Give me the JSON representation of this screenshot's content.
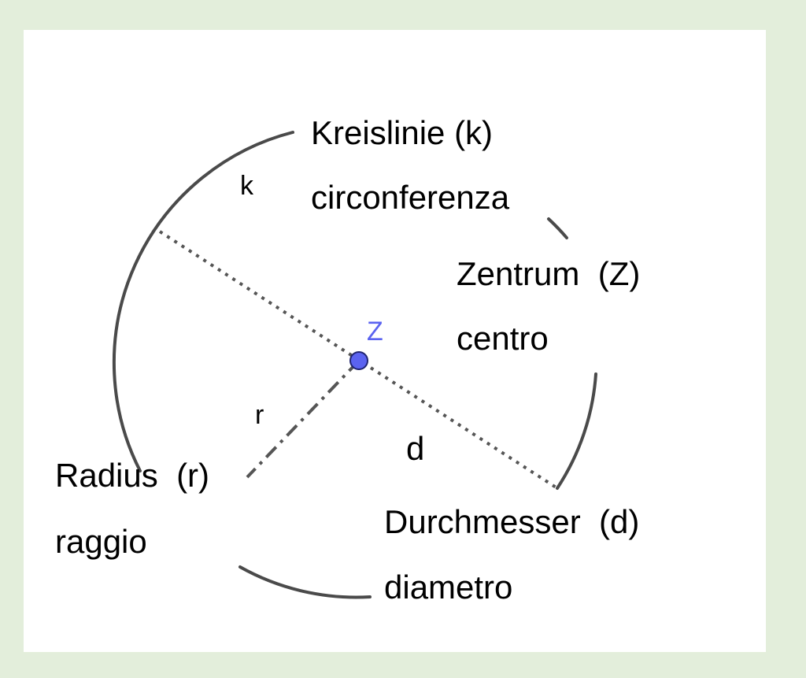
{
  "diagram": {
    "labels": {
      "k_term": "Kreislinie (k)",
      "k_translation": "circonferenza",
      "k_symbol": "k",
      "center_term": "Zentrum  (Z)",
      "center_translation": "centro",
      "center_symbol": "Z",
      "radius_term": "Radius  (r)",
      "radius_translation": "raggio",
      "radius_symbol": "r",
      "diameter_term": "Durchmesser  (d)",
      "diameter_translation": "diametro",
      "diameter_symbol": "d"
    },
    "colors": {
      "background": "#e3eedb",
      "panel": "#ffffff",
      "circle": "#4a4a4a",
      "center_point": "#5b63f0",
      "center_label": "#5b63f0"
    }
  }
}
